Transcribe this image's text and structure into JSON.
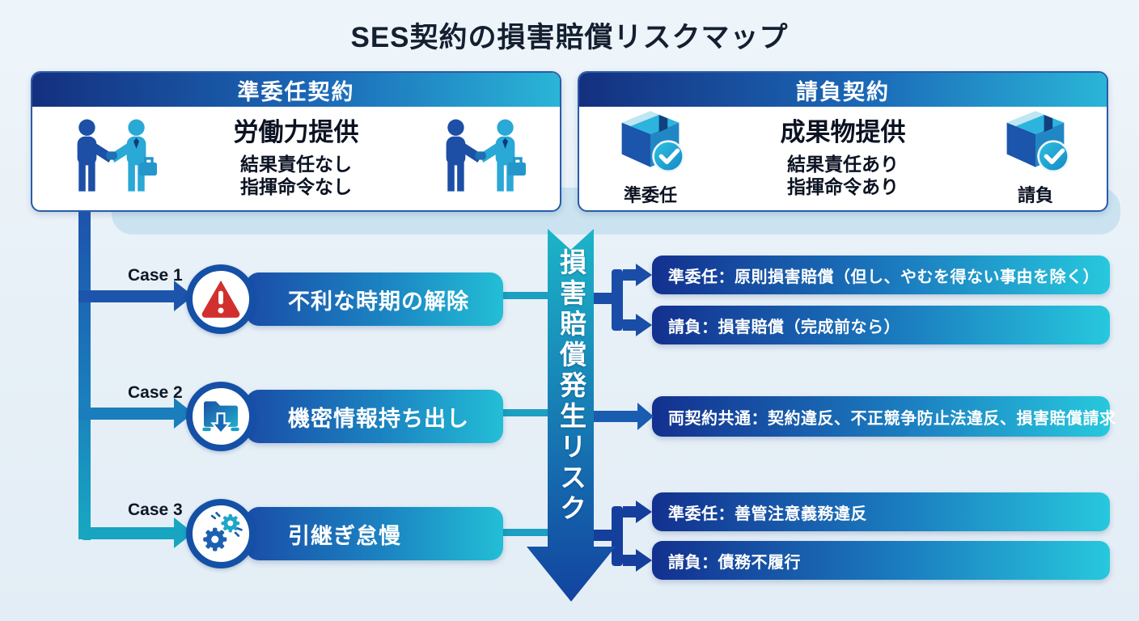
{
  "title": "SES契約の損害賠償リスクマップ",
  "colors": {
    "background": "#e9f1f7",
    "header_gradient_start": "#14307f",
    "header_gradient_end": "#2ab5d7",
    "pill_gradient_start": "#13308f",
    "pill_gradient_end": "#27c8dd",
    "connector_blue": "#1d55ad",
    "connector_teal": "#17a9c3",
    "warning_red": "#d2302e",
    "band_blue": "#cbe3f0",
    "text_dark": "#0b1322"
  },
  "left_card": {
    "header": "準委任契約",
    "main": "労働力提供",
    "sub1": "結果責任なし",
    "sub2": "指揮命令なし",
    "icon": "handshake-icon"
  },
  "right_card": {
    "header": "請負契約",
    "main": "成果物提供",
    "sub1": "結果責任あり",
    "sub2": "指揮命令あり",
    "icon": "package-check-icon",
    "icon_left_label": "準委任",
    "icon_right_label": "請負"
  },
  "center_arrow": {
    "label": "損害賠償発生リスク"
  },
  "cases": [
    {
      "label": "Case 1",
      "icon": "warning-icon",
      "title": "不利な時期の解除",
      "results": [
        "準委任：原則損害賠償（但し、やむを得ない事由を除く）",
        "請負：損害賠償（完成前なら）"
      ]
    },
    {
      "label": "Case 2",
      "icon": "folder-export-icon",
      "title": "機密情報持ち出し",
      "results": [
        "両契約共通：契約違反、不正競争防止法違反、損害賠償請求"
      ]
    },
    {
      "label": "Case 3",
      "icon": "gears-icon",
      "title": "引継ぎ怠慢",
      "results": [
        "準委任：善管注意義務違反",
        "請負：債務不履行"
      ]
    }
  ]
}
